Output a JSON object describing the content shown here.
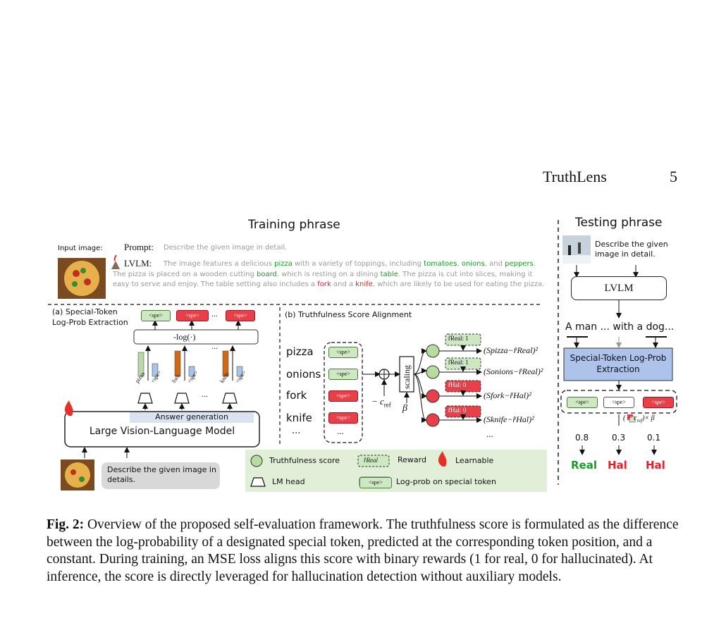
{
  "header": {
    "running_title": "TruthLens",
    "page_number": "5"
  },
  "training": {
    "title": "Training phrase",
    "input_image_label": "Input image:",
    "prompt_label": "Prompt:",
    "prompt_text": "Describe the given image in detail.",
    "lvlm_label": "LVLM:",
    "response_segments": [
      {
        "text": "The image features a delicious ",
        "style": "gray"
      },
      {
        "text": "pizza",
        "style": "green"
      },
      {
        "text": " with a variety of toppings, including ",
        "style": "gray"
      },
      {
        "text": "tomatoes",
        "style": "green"
      },
      {
        "text": ", ",
        "style": "gray"
      },
      {
        "text": "onions",
        "style": "green"
      },
      {
        "text": ", and ",
        "style": "gray"
      },
      {
        "text": "peppers",
        "style": "green"
      },
      {
        "text": ". The pizza is placed on a wooden cutting ",
        "style": "gray"
      },
      {
        "text": "board",
        "style": "green"
      },
      {
        "text": ", which is resting on a dining ",
        "style": "gray"
      },
      {
        "text": "table",
        "style": "green"
      },
      {
        "text": ". The pizza is cut into slices, making it easy to serve and enjoy. The table setting also includes a ",
        "style": "gray"
      },
      {
        "text": "fork",
        "style": "red"
      },
      {
        "text": " and a ",
        "style": "gray"
      },
      {
        "text": "knife",
        "style": "red"
      },
      {
        "text": ", which are likely to be used for eating the pizza.",
        "style": "gray"
      }
    ],
    "section_a_title_1": "(a) Special-Token",
    "section_a_title_2": "Log-Prob Extraction",
    "section_b_title": "(b) Truthfulness Score Alignment",
    "neg_log": "-log(·)",
    "spe_token": "<spe>",
    "ellipsis": "...",
    "bar_labels": [
      "pizza",
      "<spe>",
      "fork",
      "<spe>",
      "knife",
      "<spe>"
    ],
    "answer_generation": "Answer generation",
    "model_name": "Large Vision-Language Model",
    "input_prompt": "Describe the given image in details.",
    "words": [
      "pizza",
      "onions",
      "fork",
      "knife",
      "..."
    ],
    "minus_cref": "− c",
    "cref_sub": "ref",
    "beta": "β",
    "scaling": "scaling",
    "rewards": [
      "r̂Real: 1",
      "r̂Real: 1",
      "r̂Hal: 0",
      "r̂Hal: 0"
    ],
    "formulas": [
      "(Spizza−r̂Real)²",
      "(Sonions−r̂Real)²",
      "(Sfork−r̂Hal)²",
      "(Sknife−r̂Hal)²"
    ],
    "formula_ellipsis": "...",
    "legend": {
      "score": "Truthfulness score",
      "reward_symbol": "r̂Real",
      "reward": "Reward",
      "learnable": "Learnable",
      "lm_head": "LM head",
      "logprob": "Log-prob on special token"
    }
  },
  "testing": {
    "title": "Testing phrase",
    "prompt": "Describe the given image in detail.",
    "model_name": "LVLM",
    "sentence_parts": [
      "A ",
      "man",
      " ... with a ",
      "dog",
      "..."
    ],
    "extraction_box": "Special-Token Log-Prob Extraction",
    "scale_formula": "(  − c",
    "scale_formula_tail": ")× β",
    "values": [
      "0.8",
      "0.3",
      "0.1"
    ],
    "labels": [
      "Real",
      "Hal",
      "Hal"
    ]
  },
  "caption": {
    "label": "Fig. 2:",
    "text": "Overview of the proposed self-evaluation framework. The truthfulness score is formulated as the difference between the log-probability of a designated special token, predicted at the corresponding token position, and a constant. During training, an MSE loss aligns this score with binary rewards (1 for real, 0 for hallucinated). At inference, the score is directly leveraged for hallucination detection without auxiliary models."
  },
  "colors": {
    "green_token": "#cfe8c4",
    "red_token": "#e8404a",
    "extraction_box": "#aec3ea",
    "legend_bg": "#e2efd8",
    "answer_gen": "#dbe3f3",
    "real_green": "#1a9a2a",
    "hal_red": "#e0202a"
  },
  "icons": [
    "volcano-icon",
    "flame-icon",
    "lm-head-trapezoid-icon",
    "circle-score-icon"
  ]
}
